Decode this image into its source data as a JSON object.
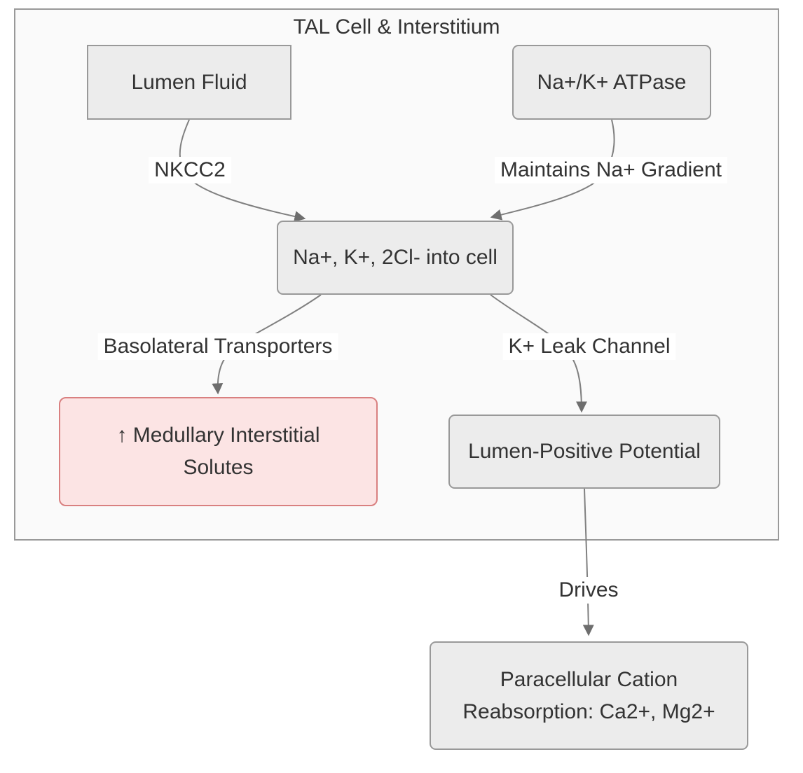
{
  "diagram": {
    "type": "flowchart",
    "container": {
      "title": "TAL Cell & Interstitium"
    },
    "colors": {
      "node_fill": "#ececec",
      "node_border": "#999999",
      "highlight_fill": "#fce4e4",
      "highlight_border": "#d98080",
      "edge_line": "#808080",
      "arrowhead": "#6e6e6e",
      "container_fill": "#fafafa",
      "container_border": "#999999",
      "edge_label_bg": "#ffffff",
      "text": "#333333"
    },
    "nodes": [
      {
        "id": "lumen-fluid",
        "label": "Lumen Fluid",
        "shape": "rect"
      },
      {
        "id": "na-k-atpase",
        "label": "Na+/K+ ATPase",
        "shape": "rounded"
      },
      {
        "id": "cotransport",
        "label": "Na+, K+, 2Cl- into cell",
        "shape": "rounded"
      },
      {
        "id": "medullary-solutes",
        "lines": [
          "↑ Medullary Interstitial",
          "Solutes"
        ],
        "shape": "rounded",
        "variant": "highlight"
      },
      {
        "id": "lumen-positive",
        "label": "Lumen-Positive Potential",
        "shape": "rounded"
      },
      {
        "id": "paracellular",
        "lines": [
          "Paracellular Cation",
          "Reabsorption: Ca2+, Mg2+"
        ],
        "shape": "rounded"
      }
    ],
    "edges": [
      {
        "from": "lumen-fluid",
        "to": "cotransport",
        "label": "NKCC2"
      },
      {
        "from": "na-k-atpase",
        "to": "cotransport",
        "label": "Maintains Na+ Gradient"
      },
      {
        "from": "cotransport",
        "to": "medullary-solutes",
        "label": "Basolateral Transporters"
      },
      {
        "from": "cotransport",
        "to": "lumen-positive",
        "label": "K+ Leak Channel"
      },
      {
        "from": "lumen-positive",
        "to": "paracellular",
        "label": "Drives"
      }
    ]
  }
}
